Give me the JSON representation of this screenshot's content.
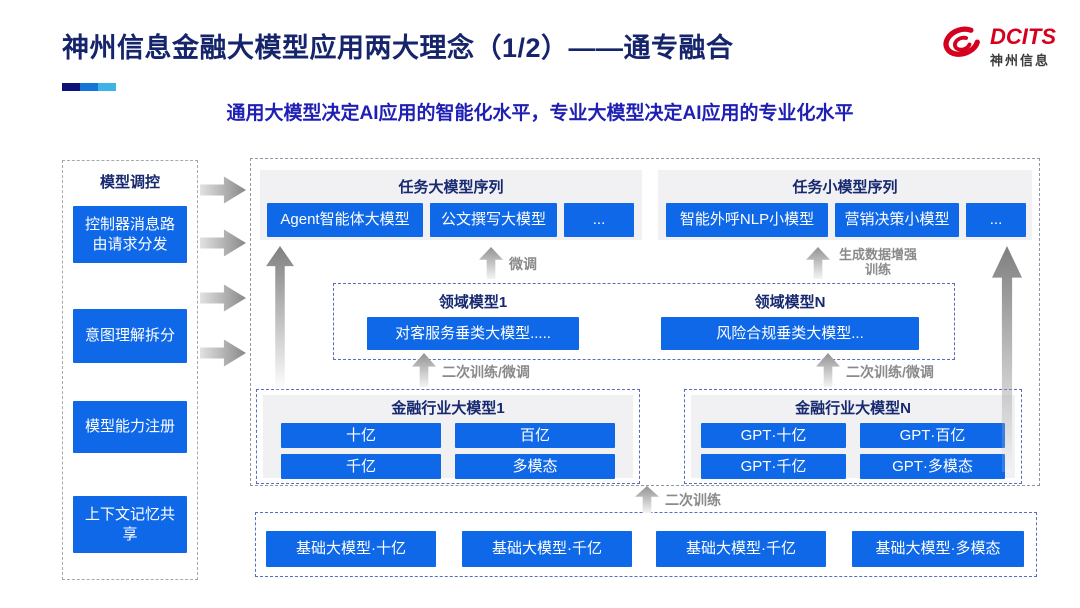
{
  "page": {
    "title": "神州信息金融大模型应用两大理念（1/2）——通专融合",
    "subtitle": "通用大模型决定AI应用的智能化水平，专业大模型决定AI应用的专业化水平"
  },
  "logo": {
    "brand": "DCITS",
    "brand_cn": "神州信息",
    "icon": "swirl-logo-icon",
    "color": "#d5001e"
  },
  "colors": {
    "box_blue": "#0f68e8",
    "heading_navy": "#17296f",
    "subtitle_blue": "#1f1fb4",
    "logo_red": "#d5001e",
    "arrow_gray": "#8a8a8a",
    "accent_bar": [
      "#0e1178",
      "#1576d8",
      "#3eb3e6"
    ]
  },
  "sidebar": {
    "title": "模型调控",
    "items": [
      {
        "label": "控制器消息路由请求分发"
      },
      {
        "label": "意图理解拆分"
      },
      {
        "label": "模型能力注册"
      },
      {
        "label": "上下文记忆共享"
      }
    ]
  },
  "task_large": {
    "title": "任务大模型序列",
    "items": [
      "Agent智能体大模型",
      "公文撰写大模型",
      "..."
    ]
  },
  "task_small": {
    "title": "任务小模型序列",
    "items": [
      "智能外呼NLP小模型",
      "营销决策小模型",
      "..."
    ]
  },
  "domain": {
    "left": {
      "title": "领域模型1",
      "box": "对客服务垂类大模型....."
    },
    "right": {
      "title": "领域模型N",
      "box": "风险合规垂类大模型..."
    }
  },
  "industry": {
    "left": {
      "title": "金融行业大模型1",
      "items": [
        "十亿",
        "百亿",
        "千亿",
        "多模态"
      ]
    },
    "right": {
      "title": "金融行业大模型N",
      "items": [
        "GPT·十亿",
        "GPT·百亿",
        "GPT·千亿",
        "GPT·多模态"
      ]
    }
  },
  "base": {
    "items": [
      "基础大模型·十亿",
      "基础大模型·千亿",
      "基础大模型·千亿",
      "基础大模型·多模态"
    ]
  },
  "arrow_labels": {
    "finetune": "微调",
    "gen_data_train": "生成数据增强训练",
    "secondary_left": "二次训练/微调",
    "secondary_right": "二次训练/微调",
    "secondary_train": "二次训练"
  }
}
